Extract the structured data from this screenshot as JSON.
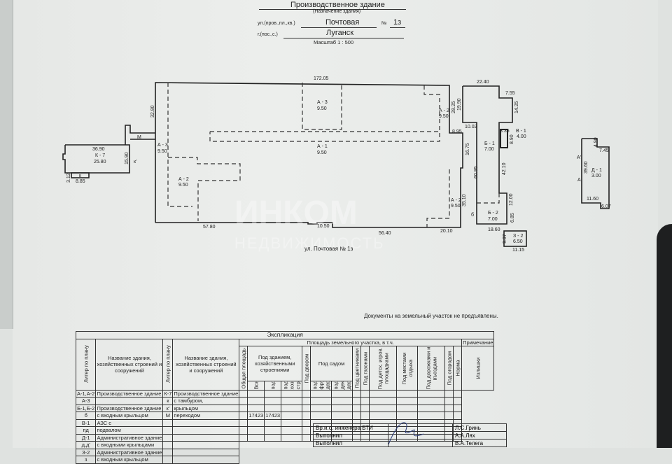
{
  "header": {
    "purpose": "Производственное здание",
    "purpose_caption": "(Назначение здания)",
    "street_label": "ул.(пров.,пл.,кв.)",
    "street": "Почтовая",
    "number_label": "№",
    "number": "1з",
    "city_label": "г.(пос.,с.)",
    "city": "Луганск",
    "scale": "Масштаб 1 : 500"
  },
  "watermark": {
    "logo": "ИНКОМ",
    "sub": "НЕДВИЖИМОСТЬ"
  },
  "plan": {
    "street_caption": "ул. Почтовая № 1з",
    "labels": [
      "172.05",
      "32.80",
      "М",
      "36.90",
      "К - 7",
      "25.80",
      "15.90",
      "к'",
      "3.12",
      "к",
      "8.85",
      "А - 3",
      "9.50",
      "А - 2",
      "9.50",
      "А - 3",
      "9.50",
      "А - 1",
      "9.50",
      "А - 2",
      "9.50",
      "28.25",
      "19.90",
      "8.95",
      "16.75",
      "А - 2",
      "9.50",
      "35.10",
      "57.80",
      "10.50",
      "56.40",
      "20.10",
      "22.40",
      "7.55",
      "14.25",
      "10.02",
      "3.35",
      "В - 1",
      "4.00",
      "8.90",
      "Б - 1",
      "7.00",
      "60.95",
      "42.10",
      "12.00",
      "6.85",
      "б",
      "Б - 2",
      "7.00",
      "18.60",
      "9.37",
      "З - 2",
      "6.50",
      "11.15",
      "4.90",
      "7.45",
      "А'",
      "39.60",
      "Д - 1",
      "3.00",
      "А",
      "11.60",
      "6.07"
    ]
  },
  "note": "Документы на земельный участок не предъявлены.",
  "explication": {
    "title": "Экспликация",
    "area_header": "Площадь земельного участка, в т.ч.",
    "remark": "Примечание",
    "col_liter": "Литер по плану",
    "col_name": "Название здания, хозяйственных строений и сооружений",
    "col_total": "Общая площадь",
    "col_under_building": "Под зданием, хозяйственными строениями",
    "col_all": "Всего",
    "col_bld": "под зданием",
    "col_outb": "под хозяйств. строениями",
    "col_yard": "Под двором",
    "col_garden": "Под садом",
    "col_fruit": "под фруктов. деревьями",
    "col_decor": "под декорат. деревьями",
    "col_flowers": "Под цветниками",
    "col_lawn": "Под газонами",
    "col_play": "Под детск. игров. площадками",
    "col_rest": "Под местами отдыха",
    "col_roads": "Под дорожками и въездами",
    "col_veg": "Под огородом",
    "col_norm": "Норма",
    "col_excess": "Излишки",
    "rows_left": [
      [
        "А-1,А-2",
        "Производственное здание"
      ],
      [
        "А-3",
        ""
      ],
      [
        "Б-1,Б-2",
        "Производственное здание"
      ],
      [
        "б",
        "с входным крыльцом"
      ],
      [
        "В-1",
        "АЗС с"
      ],
      [
        "пд",
        "подвалом"
      ],
      [
        "Д-1",
        "Административное здание"
      ],
      [
        "д,д'",
        "с входными крыльцами"
      ],
      [
        "З-2",
        "Административное здание"
      ],
      [
        "з",
        "с входным крыльцом"
      ]
    ],
    "rows_right": [
      [
        "К-7",
        "Производственное здание"
      ],
      [
        "к",
        "с тамбуром,"
      ],
      [
        "к'",
        "крыльцом"
      ],
      [
        "М",
        "переходом"
      ]
    ],
    "total": "17423",
    "under_building": "17423"
  },
  "signatures": [
    [
      "Вр.и.о. инженера БТИ",
      "Л.С.Гринь"
    ],
    [
      "Выполнил",
      "А.А.Лях"
    ],
    [
      "Выполнил",
      "В.А.Телега"
    ]
  ]
}
